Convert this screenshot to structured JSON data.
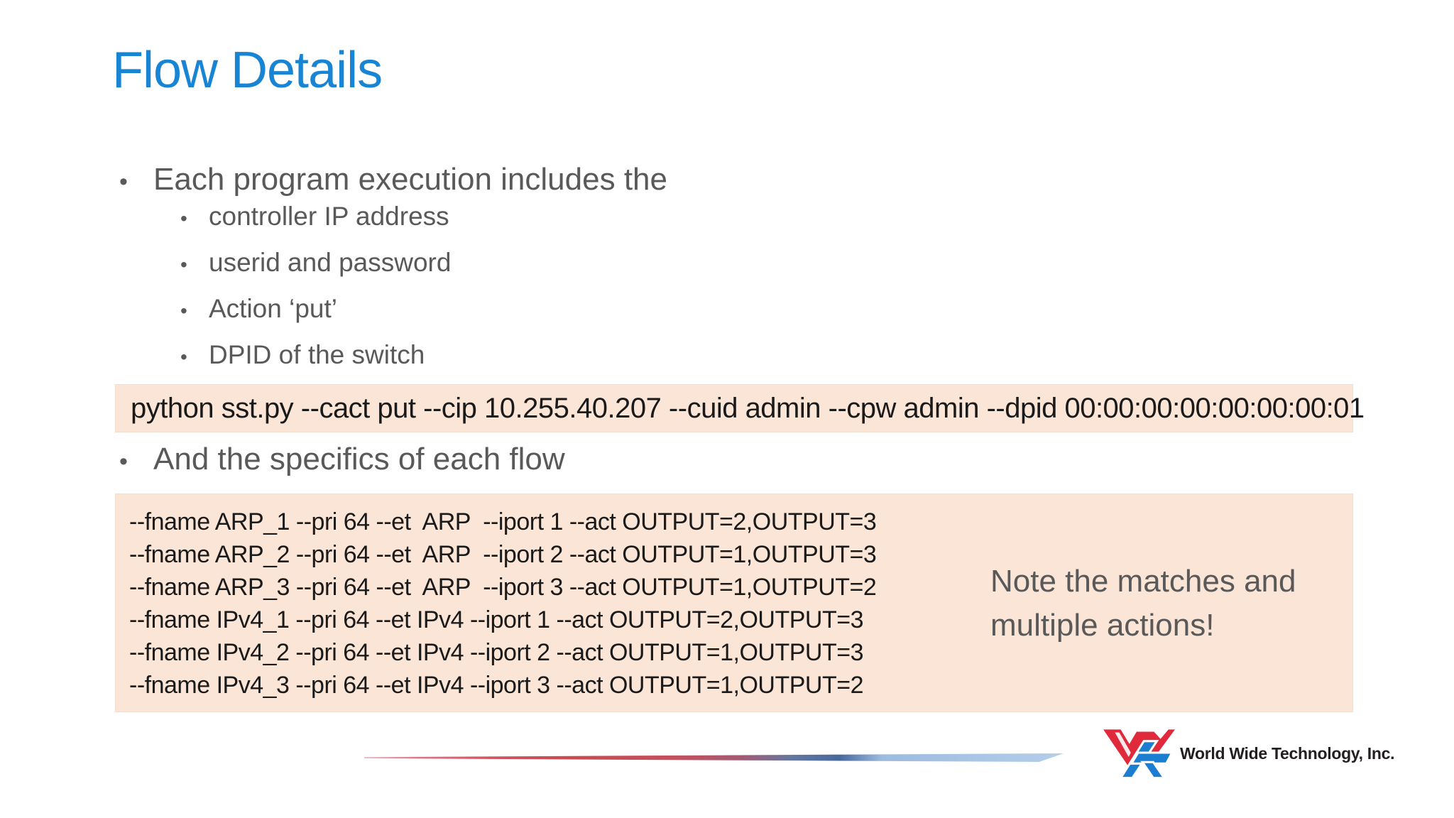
{
  "brand": {
    "title_color": "#1884d4",
    "body_text_color": "#595959",
    "code_bg_color": "#fbe5d6",
    "code_text_color": "#1a1a1a",
    "logo_red": "#e02a3c",
    "logo_blue": "#1c7ed0",
    "divider_left_color": "#cf5560",
    "divider_right_color": "#a9c6e6"
  },
  "bullet_glyph": "•",
  "title": "Flow Details",
  "section1": {
    "label": "Each program execution includes the",
    "items": [
      "controller IP address",
      "userid and password",
      "Action ‘put’",
      "DPID of the switch"
    ]
  },
  "command": "python sst.py --cact put --cip 10.255.40.207 --cuid admin --cpw admin --dpid 00:00:00:00:00:00:00:01",
  "section2": {
    "label": "And the specifics of each flow"
  },
  "flows": [
    "--fname ARP_1 --pri 64 --et  ARP  --iport 1 --act OUTPUT=2,OUTPUT=3",
    "--fname ARP_2 --pri 64 --et  ARP  --iport 2 --act OUTPUT=1,OUTPUT=3",
    "--fname ARP_3 --pri 64 --et  ARP  --iport 3 --act OUTPUT=1,OUTPUT=2",
    "--fname IPv4_1 --pri 64 --et IPv4 --iport 1 --act OUTPUT=2,OUTPUT=3",
    "--fname IPv4_2 --pri 64 --et IPv4 --iport 2 --act OUTPUT=1,OUTPUT=3",
    "--fname IPv4_3 --pri 64 --et IPv4 --iport 3 --act OUTPUT=1,OUTPUT=2"
  ],
  "note": "Note the matches and multiple actions!",
  "footer": {
    "company": "World Wide Technology, Inc."
  }
}
